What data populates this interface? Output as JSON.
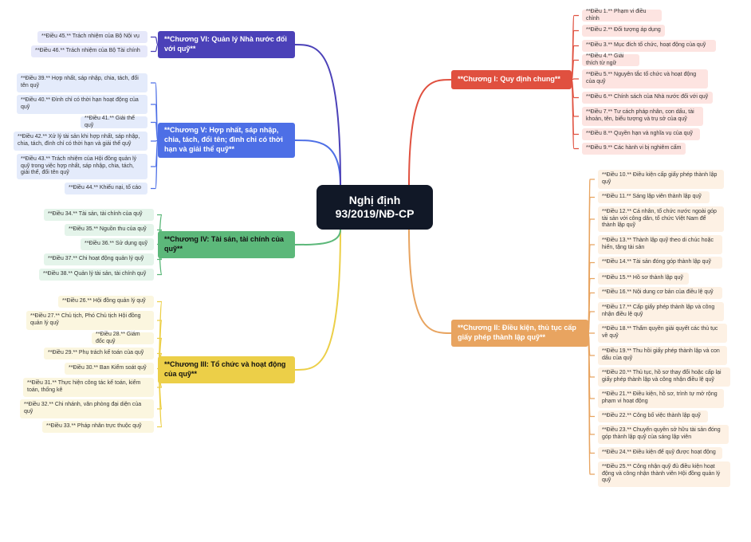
{
  "center": "Nghị định 93/2019/NĐ-CP",
  "colors": {
    "ch1": "#e0503f",
    "ch2": "#e8a460",
    "ch3": "#eccf48",
    "ch4": "#5cb87a",
    "ch5": "#4d6fe6",
    "ch6": "#4b41b8"
  },
  "chapters": {
    "ch1": {
      "title": "**Chương I: Quy định chung**",
      "items": [
        "**Điều 1.** Phạm vi điều chỉnh",
        "**Điều 2.** Đối tượng áp dụng",
        "**Điều 3.** Mục đích tổ chức, hoạt động của quỹ",
        "**Điều 4.** Giải thích từ ngữ",
        "**Điều 5.** Nguyên tắc tổ chức và hoạt động của quỹ",
        "**Điều 6.** Chính sách của Nhà nước đối với quỹ",
        "**Điều 7.** Tư cách pháp nhân, con dấu, tài khoản, tên, biểu tượng và trụ sở của quỹ",
        "**Điều 8.** Quyền hạn và nghĩa vụ của quỹ",
        "**Điều 9.** Các hành vi bị nghiêm cấm"
      ]
    },
    "ch2": {
      "title": "**Chương II: Điều kiện, thủ tục cấp giấy phép thành lập quỹ**",
      "items": [
        "**Điều 10.** Điều kiện cấp giấy phép thành lập quỹ",
        "**Điều 11.** Sáng lập viên thành lập quỹ",
        "**Điều 12.** Cá nhân, tổ chức nước ngoài góp tài sản với công dân, tổ chức Việt Nam để thành lập quỹ",
        "**Điều 13.** Thành lập quỹ theo di chúc hoặc hiến, tặng tài sản",
        "**Điều 14.** Tài sản đóng góp thành lập quỹ",
        "**Điều 15.** Hồ sơ thành lập quỹ",
        "**Điều 16.** Nội dung cơ bản của điều lệ quỹ",
        "**Điều 17.** Cấp giấy phép thành lập và công nhận điều lệ quỹ",
        "**Điều 18.** Thẩm quyền giải quyết các thủ tục về quỹ",
        "**Điều 19.** Thu hồi giấy phép thành lập và con dấu của quỹ",
        "**Điều 20.** Thủ tục, hồ sơ thay đổi hoặc cấp lại giấy phép thành lập và công nhận điều lệ quỹ",
        "**Điều 21.** Điều kiện, hồ sơ, trình tự mở rộng phạm vi hoạt động",
        "**Điều 22.** Công bố việc thành lập quỹ",
        "**Điều 23.** Chuyển quyền sở hữu tài sản đóng góp thành lập quỹ của sáng lập viên",
        "**Điều 24.** Điều kiện để quỹ được hoạt động",
        "**Điều 25.** Công nhận quỹ đủ điều kiện hoạt động và công nhận thành viên Hội đồng quản lý quỹ"
      ]
    },
    "ch3": {
      "title": "**Chương III: Tổ chức và hoạt động của quỹ**",
      "items": [
        "**Điều 26.** Hội đồng quản lý quỹ",
        "**Điều 27.** Chủ tịch, Phó Chủ tịch Hội đồng quản lý quỹ",
        "**Điều 28.** Giám đốc quỹ",
        "**Điều 29.** Phụ trách kế toán của quỹ",
        "**Điều 30.** Ban Kiểm soát quỹ",
        "**Điều 31.** Thực hiện công tác kế toán, kiểm toán, thống kê",
        "**Điều 32.** Chi nhánh, văn phòng đại diện của quỹ",
        "**Điều 33.** Pháp nhân trực thuộc quỹ"
      ]
    },
    "ch4": {
      "title": "**Chương IV: Tài sản, tài chính của quỹ**",
      "items": [
        "**Điều 34.** Tài sản, tài chính của quỹ",
        "**Điều 35.** Nguồn thu của quỹ",
        "**Điều 36.** Sử dụng quỹ",
        "**Điều 37.** Chi hoạt động quản lý quỹ",
        "**Điều 38.** Quản lý tài sản, tài chính quỹ"
      ]
    },
    "ch5": {
      "title": "**Chương V: Hợp nhất, sáp nhập, chia, tách, đổi tên; đình chỉ có thời hạn và giải thể quỹ**",
      "items": [
        "**Điều 39.** Hợp nhất, sáp nhập, chia, tách, đổi tên quỹ",
        "**Điều 40.** Đình chỉ có thời hạn hoạt động của quỹ",
        "**Điều 41.** Giải thể quỹ",
        "**Điều 42.** Xử lý tài sản khi hợp nhất, sáp nhập, chia, tách, đình chỉ có thời hạn và giải thể quỹ",
        "**Điều 43.** Trách nhiệm của Hội đồng quản lý quỹ trong việc hợp nhất, sáp nhập, chia, tách, giải thể, đổi tên quỹ",
        "**Điều 44.** Khiếu nại, tố cáo"
      ]
    },
    "ch6": {
      "title": "**Chương VI: Quản lý Nhà nước đối với quỹ**",
      "items": [
        "**Điều 45.** Trách nhiệm của Bộ Nội vụ",
        "**Điều 46.** Trách nhiệm của Bộ Tài chính"
      ]
    }
  }
}
